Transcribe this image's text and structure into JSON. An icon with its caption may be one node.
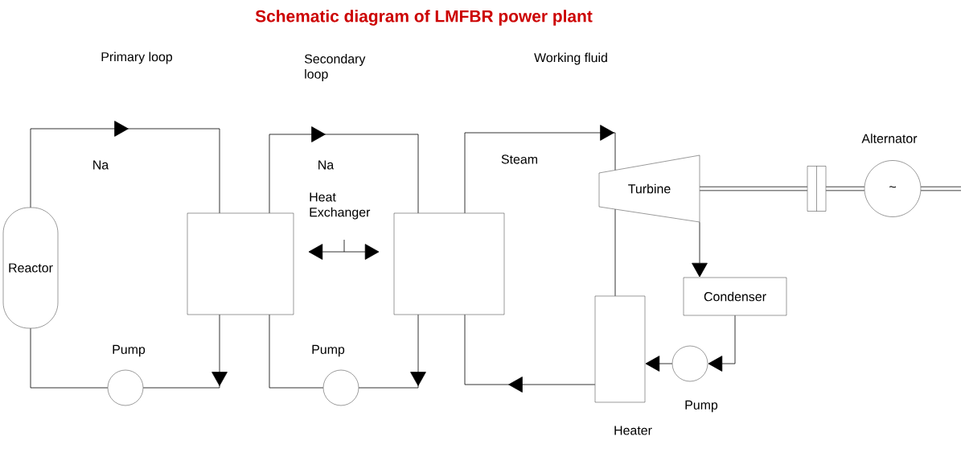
{
  "diagram": {
    "title": "Schematic diagram of LMFBR power plant",
    "nodes": [
      {
        "text": [
          "Reactor"
        ]
      },
      {
        "text": [],
        "shape": "circle",
        "beside": [
          "Pump"
        ]
      },
      {
        "text": [],
        "shape": "box"
      },
      {
        "text": [],
        "shape": "circle",
        "beside": [
          "Pump"
        ]
      },
      {
        "text": [],
        "shape": "box"
      },
      {
        "text": [
          "Turbine"
        ]
      },
      {
        "text": [
          "Condenser"
        ]
      },
      {
        "text": [],
        "shape": "circle",
        "beside": [
          "Pump"
        ]
      },
      {
        "text": [],
        "shape": "box",
        "beside": [
          "Heater"
        ]
      },
      {
        "text": [],
        "shape": "box"
      },
      {
        "text": [
          "~"
        ],
        "beside": [
          "Alternator"
        ]
      }
    ],
    "edges": [
      {
        "from": 0,
        "to": 2,
        "arrow": "to",
        "label": "Na"
      },
      {
        "from": 2,
        "to": 1,
        "arrow": "to"
      },
      {
        "from": 1,
        "to": 0,
        "arrow": "none"
      },
      {
        "from": 3,
        "to": 2,
        "arrow": "none"
      },
      {
        "from": 2,
        "to": 4,
        "arrow": "to",
        "label": "Na"
      },
      {
        "from": 4,
        "to": 3,
        "arrow": "to"
      },
      {
        "from": 2,
        "to": 4,
        "arrow": "both"
      },
      {
        "from": 8,
        "to": 4,
        "arrow": "to"
      },
      {
        "from": 4,
        "to": 5,
        "arrow": "to",
        "label": "Steam"
      },
      {
        "from": 5,
        "to": 6,
        "arrow": "to"
      },
      {
        "from": 6,
        "to": 7,
        "arrow": "to"
      },
      {
        "from": 7,
        "to": 8,
        "arrow": "to"
      },
      {
        "from": 8,
        "to": 5,
        "arrow": "none"
      },
      {
        "from": 5,
        "to": 9,
        "arrow": "none",
        "style": "thick"
      },
      {
        "from": 9,
        "to": 10,
        "arrow": "none",
        "style": "thick"
      },
      {
        "from": 10,
        "to": null,
        "arrow": "none",
        "style": "thick"
      }
    ],
    "labels": [
      "Primary loop",
      "Secondary loop",
      "Working fluid",
      "Heat Exchanger"
    ]
  }
}
